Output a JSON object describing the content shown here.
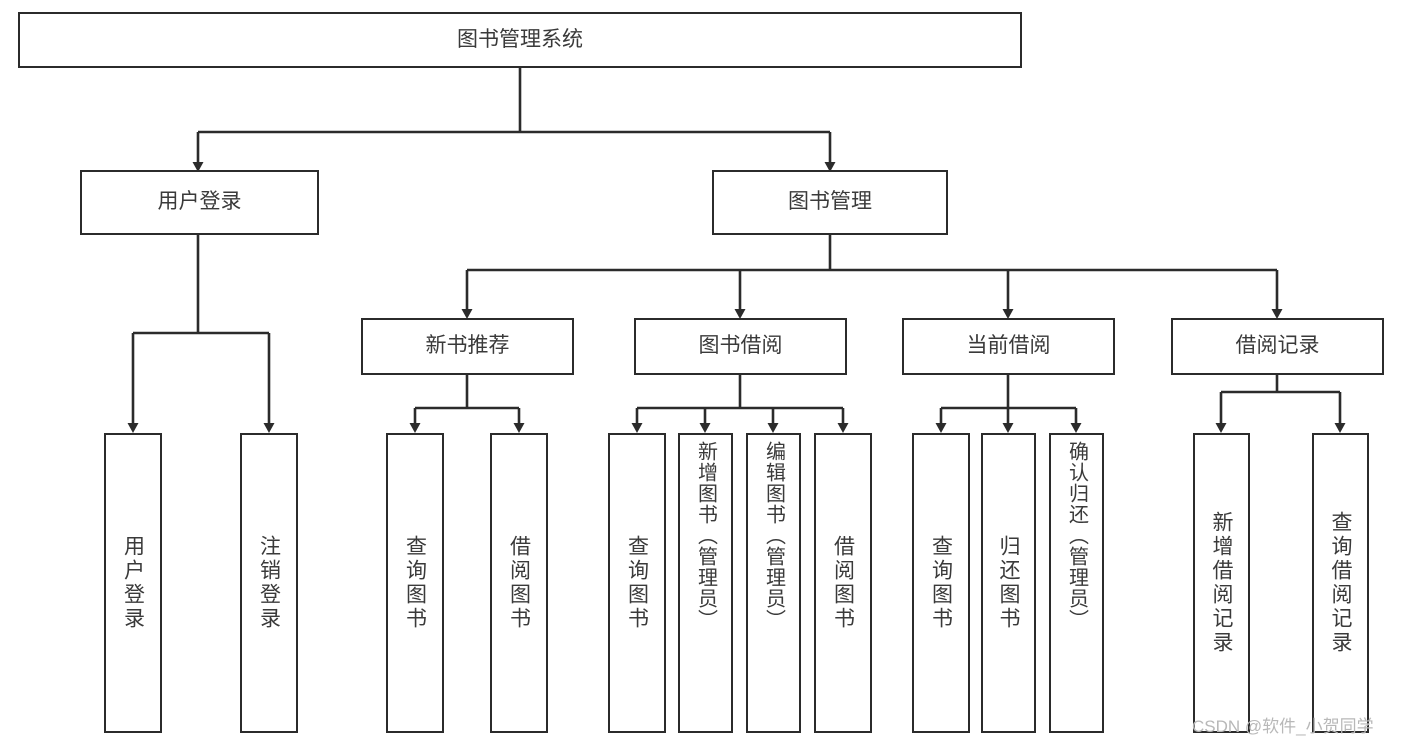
{
  "diagram": {
    "title": "图书管理系统",
    "type": "function-structure-tree",
    "root": {
      "label": "图书管理系统"
    },
    "tier2": [
      {
        "label": "用户登录"
      },
      {
        "label": "图书管理"
      }
    ],
    "tier3": [
      {
        "label": "新书推荐"
      },
      {
        "label": "图书借阅"
      },
      {
        "label": "当前借阅"
      },
      {
        "label": "借阅记录"
      }
    ],
    "leaves": {
      "user_login": [
        {
          "label": "用户登录"
        },
        {
          "label": "注销登录"
        }
      ],
      "new_book_recommend": [
        {
          "label": "查询图书"
        },
        {
          "label": "借阅图书"
        }
      ],
      "book_borrow": [
        {
          "label": "查询图书"
        },
        {
          "label": "新增图书（管理员）"
        },
        {
          "label": "编辑图书（管理员）"
        },
        {
          "label": "借阅图书"
        }
      ],
      "current_borrow": [
        {
          "label": "查询图书"
        },
        {
          "label": "归还图书"
        },
        {
          "label": "确认归还（管理员）"
        }
      ],
      "borrow_record": [
        {
          "label": "新增借阅记录"
        },
        {
          "label": "查询借阅记录"
        }
      ]
    }
  },
  "watermark": {
    "text": "CSDN @软件_小贺同学"
  },
  "colors": {
    "stroke": "#2b2b2b",
    "text": "#3a3a3a",
    "background": "#ffffff",
    "watermark": "#b8b8b8"
  }
}
